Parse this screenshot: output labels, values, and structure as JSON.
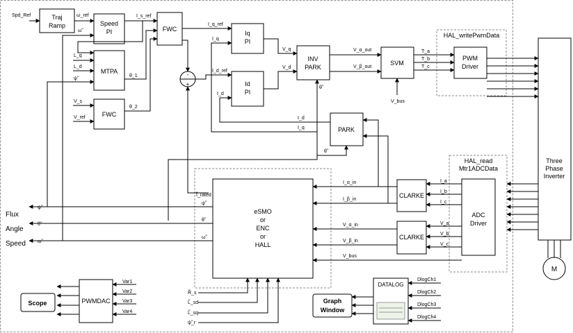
{
  "blocks": {
    "traj_ramp": [
      "Traj",
      "Ramp"
    ],
    "speed_pi": [
      "Speed",
      "PI"
    ],
    "fwc_top": "FWC",
    "mtpa": "MTPA",
    "fwc_low": "FWC",
    "iq_pi": [
      "Iq",
      "PI"
    ],
    "id_pi": [
      "Id",
      "PI"
    ],
    "inv_park": [
      "INV",
      "PARK"
    ],
    "svm": "SVM",
    "pwm_driver": [
      "PWM",
      "Driver"
    ],
    "park": "PARK",
    "clarke_i": "CLARKE",
    "clarke_v": "CLARKE",
    "adc_driver": [
      "ADC",
      "Driver"
    ],
    "estimator": [
      "eSMO",
      "or",
      "ENC",
      "or",
      "HALL"
    ],
    "inverter": [
      "Three",
      "Phase",
      "Inverter"
    ],
    "motor": "M",
    "pwmdac": "PWMDAC",
    "scope": "Scope",
    "graph_window": [
      "Graph",
      "Window"
    ],
    "datalog": "DATALOG"
  },
  "groups": {
    "hal_pwm": "HAL_writePwmData",
    "hal_adc": [
      "HAL_read",
      "Mtr1ADCData"
    ]
  },
  "signals": {
    "spd_ref": "Spd_Ref",
    "w_ref": "ω_ref",
    "w_hat": "ω̃",
    "is_ref": "I_s_ref",
    "lq": "L_q",
    "ld": "L_d",
    "psi": "ψ̃",
    "theta1": "θ_1",
    "vs": "V_s",
    "vref": "V_ref",
    "theta2": "θ_2",
    "iq_ref": "I_q_ref",
    "iq": "I_q",
    "id_ref": "I_d_ref",
    "id": "I_d",
    "vq": "V_q",
    "vd": "V_d",
    "theta_inv": "θ̃",
    "va_out": "V_α_out",
    "vb_out": "V_β_out",
    "ta": "T_a",
    "tb": "T_b",
    "tc": "T_c",
    "vbus_svm": "V_bus",
    "id_fb": "I_d",
    "iq_fb": "I_q",
    "theta_park": "θ̃",
    "ia_in": "I_α_in",
    "ib_in": "I_β_in",
    "ia": "I_a",
    "ib": "I_b",
    "ic": "I_c",
    "va_in": "V_α_in",
    "vb_in": "V_β_in",
    "va": "V_a",
    "vb": "V_b",
    "vc": "V_c",
    "vbus": "V_bus",
    "i_rated": "Ĩ_rated",
    "est_psi": "ψ̃",
    "est_theta": "θ̃",
    "est_w": "ω̃",
    "rs": "R̃_s",
    "lsd": "L̃_sd",
    "lsq": "L̃_sq",
    "psi_r": "ψ̃_r"
  },
  "outputs": {
    "flux": "Flux",
    "angle": "Angle",
    "speed": "Speed",
    "flux_sym": "ψ̃",
    "angle_sym": "θ̃",
    "speed_sym": "ω̃"
  },
  "dac_vars": [
    "Var1",
    "Var2",
    "Var3",
    "Var4"
  ],
  "dlog_channels": [
    "DlogCh1",
    "DlogCh2",
    "DlogCh3",
    "DlogCh4"
  ],
  "summing": {
    "minus": "-",
    "plus": "+"
  }
}
